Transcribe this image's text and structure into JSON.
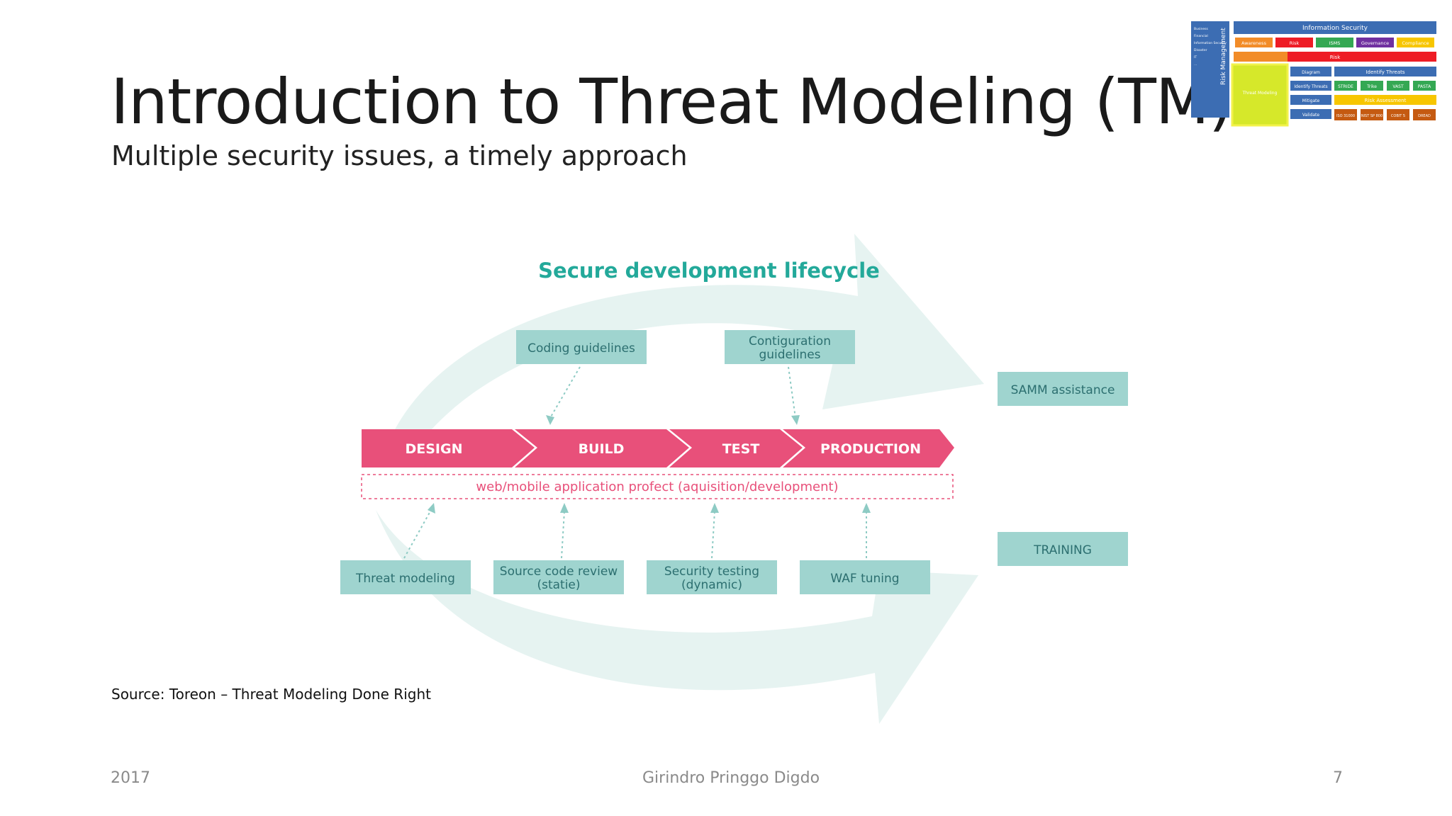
{
  "slide": {
    "title": "Introduction to Threat Modeling (TM)",
    "subtitle": "Multiple security issues, a timely approach",
    "source": "Source: Toreon – Threat Modeling Done Right"
  },
  "footer": {
    "left": "2017",
    "center": "Girindro Pringgo Digdo",
    "right": "7"
  },
  "thumbnail": {
    "side_label": "Risk Management",
    "header": "Information Security",
    "left_items": [
      "Business",
      "Financial",
      "Information Security",
      "Disaster",
      "IT",
      "…"
    ],
    "row1": [
      "Awareness",
      "Risk",
      "ISMS",
      "Governance",
      "Compliance"
    ],
    "risk_bar": "Risk",
    "threat_modeling": "Threat Modeling",
    "steps": [
      "Diagram",
      "Identify Threats",
      "Mitigate",
      "Validate"
    ],
    "identify_threats": "Identify Threats",
    "methods": [
      "STRIDE",
      "Trike",
      "VAST",
      "PASTA"
    ],
    "risk_assessment": "Risk Assessment",
    "frameworks": [
      "ISO 31000",
      "NIST SP 800",
      "COBIT 5",
      "DREAD"
    ],
    "colors": {
      "blue": "#3c6db3",
      "red": "#ee1c25",
      "orange": "#f28c28",
      "green": "#34a853",
      "purple": "#7030a0",
      "yellow": "#f7c600",
      "brown": "#c55a11",
      "highlight": "#d6e82a"
    }
  },
  "diagram": {
    "heading": "Secure development lifecycle",
    "phases": [
      "DESIGN",
      "BUILD",
      "TEST",
      "PRODUCTION"
    ],
    "project_label": "web/mobile application profect (aquisition/development)",
    "top_boxes": [
      {
        "lines": [
          "Coding guidelines"
        ]
      },
      {
        "lines": [
          "Contiguration",
          "guidelines"
        ]
      }
    ],
    "bottom_boxes": [
      {
        "lines": [
          "Threat modeling"
        ]
      },
      {
        "lines": [
          "Source code review",
          "(statie)"
        ]
      },
      {
        "lines": [
          "Security testing",
          "(dynamic)"
        ]
      },
      {
        "lines": [
          "WAF tuning"
        ]
      }
    ],
    "side_boxes": [
      "SAMM assistance",
      "TRAINING"
    ],
    "colors": {
      "teal": "#23a99a",
      "box": "#9fd4cf",
      "box_text": "#2c6f70",
      "pink": "#e8507a",
      "circle": "#e6f3f1"
    }
  }
}
